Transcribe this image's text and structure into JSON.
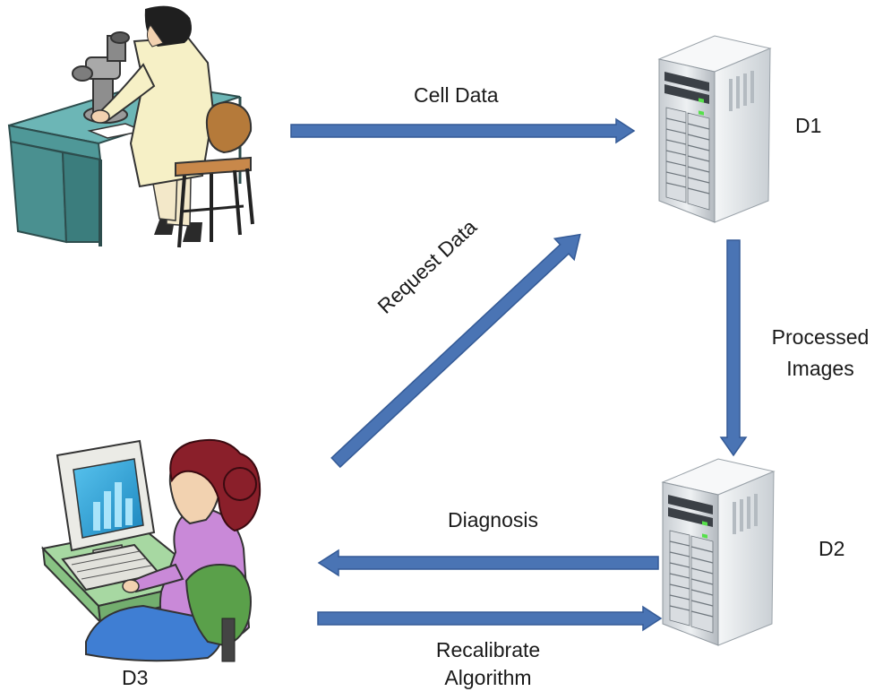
{
  "colors": {
    "arrow": "#4a74b4",
    "arrow_edge": "#345a96",
    "server_light": "#e8ecef",
    "server_dark": "#b9c0c6",
    "table": "#5fa7a7",
    "screen": "#2aa3d4",
    "dress_yellow": "#f6f0c6",
    "top_purple": "#c989d8",
    "hair": "#8a1f2a",
    "chair_wood": "#b57a3a",
    "chair_green": "#5aa04a"
  },
  "nodes": {
    "d1": {
      "label": "D1",
      "icon": "server-icon"
    },
    "d2": {
      "label": "D2",
      "icon": "server-icon"
    },
    "d3": {
      "label": "D3",
      "icon": "computer-user-icon"
    },
    "lab": {
      "icon": "microscope-technician-icon"
    }
  },
  "edges": {
    "cell_data": {
      "label": "Cell Data"
    },
    "request_data": {
      "label": "Request Data"
    },
    "processed_images": {
      "line1": "Processed",
      "line2": "Images"
    },
    "diagnosis": {
      "label": "Diagnosis"
    },
    "recalibrate": {
      "line1": "Recalibrate",
      "line2": "Algorithm"
    }
  }
}
